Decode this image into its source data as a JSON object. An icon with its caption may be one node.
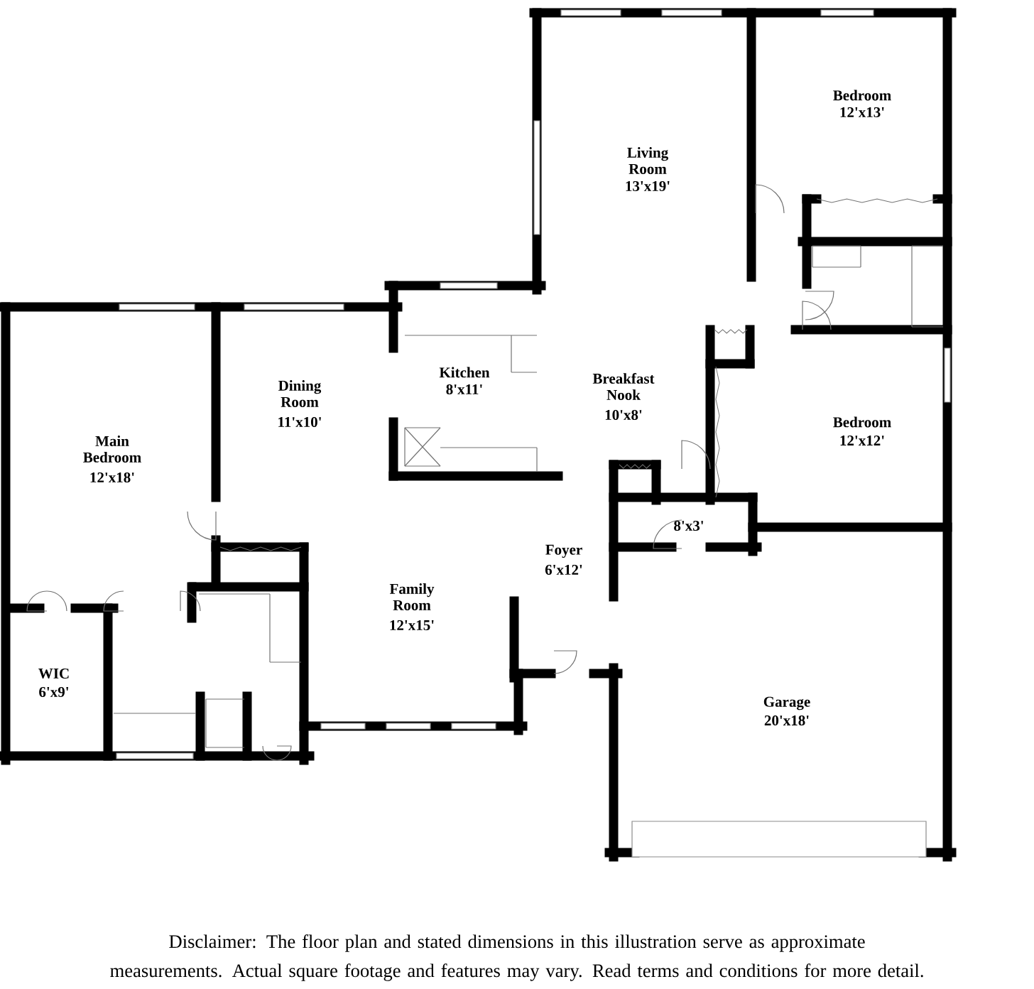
{
  "diagram": {
    "caption": "Disclaimer: The floor plan and stated dimensions in this illustration serve as approximate measurements. Actual square footage and features may vary. Read terms and conditions for more detail.",
    "labels": [
      "Bedroom",
      "12'x13'",
      "Living Room",
      "13'x19'",
      "Kitchen",
      "8'x11'",
      "Dining Room",
      "11'x10'",
      "Breakfast Nook",
      "10'x8'",
      "Main Bedroom",
      "12'x18'",
      "Bedroom",
      "12'x12'",
      "8'x3'",
      "Foyer",
      "6'x12'",
      "Family Room",
      "12'x15'",
      "WIC",
      "6'x9'",
      "Garage",
      "20'x18'"
    ]
  }
}
